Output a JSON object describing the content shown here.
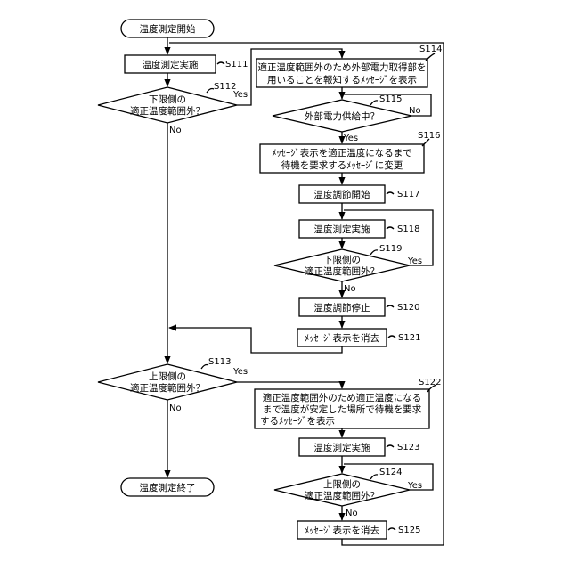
{
  "nodes": {
    "start": "温度測定開始",
    "s111": "温度測定実施",
    "s112": [
      "下限側の",
      "適正温度範囲外？"
    ],
    "s113": [
      "上限側の",
      "適正温度範囲外？"
    ],
    "end": "温度測定終了",
    "s114": [
      "適正温度範囲外のため外部電力取得部を",
      "用いることを報知するﾒｯｾｰｼﾞを表示"
    ],
    "s115": "外部電力供給中？",
    "s116": [
      "ﾒｯｾｰｼﾞ表示を適正温度になるまで",
      "待機を要求するﾒｯｾｰｼﾞに変更"
    ],
    "s117": "温度調節開始",
    "s118": "温度測定実施",
    "s119": [
      "下限側の",
      "適正温度範囲外？"
    ],
    "s120": "温度調節停止",
    "s121": "ﾒｯｾｰｼﾞ表示を消去",
    "s122": [
      "適正温度範囲外のため適正温度になる",
      "まで温度が安定した場所で待機を要求",
      "するﾒｯｾｰｼﾞを表示"
    ],
    "s123": "温度測定実施",
    "s124": [
      "上限側の",
      "適正温度範囲外？"
    ],
    "s125": "ﾒｯｾｰｼﾞ表示を消去"
  },
  "step_labels": {
    "s111": "S111",
    "s112": "S112",
    "s113": "S113",
    "s114": "S114",
    "s115": "S115",
    "s116": "S116",
    "s117": "S117",
    "s118": "S118",
    "s119": "S119",
    "s120": "S120",
    "s121": "S121",
    "s122": "S122",
    "s123": "S123",
    "s124": "S124",
    "s125": "S125"
  },
  "branches": {
    "yes": "Yes",
    "no": "No"
  }
}
